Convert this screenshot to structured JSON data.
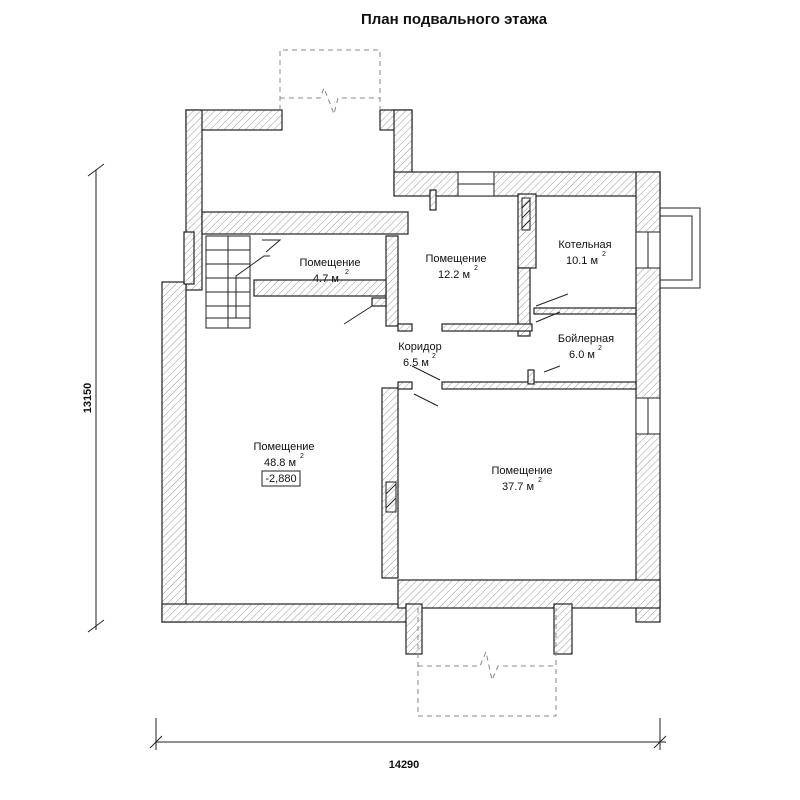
{
  "title": "План подвального этажа",
  "dimensions": {
    "height": "13150",
    "width": "14290"
  },
  "level_mark": "-2,880",
  "area_unit": "м",
  "area_unit_power": "2",
  "rooms": [
    {
      "name": "Помещение",
      "area": "4.7"
    },
    {
      "name": "Помещение",
      "area": "12.2"
    },
    {
      "name": "Котельная",
      "area": "10.1"
    },
    {
      "name": "Коридор",
      "area": "6.5"
    },
    {
      "name": "Бойлерная",
      "area": "6.0"
    },
    {
      "name": "Помещение",
      "area": "48.8"
    },
    {
      "name": "Помещение",
      "area": "37.7"
    }
  ]
}
